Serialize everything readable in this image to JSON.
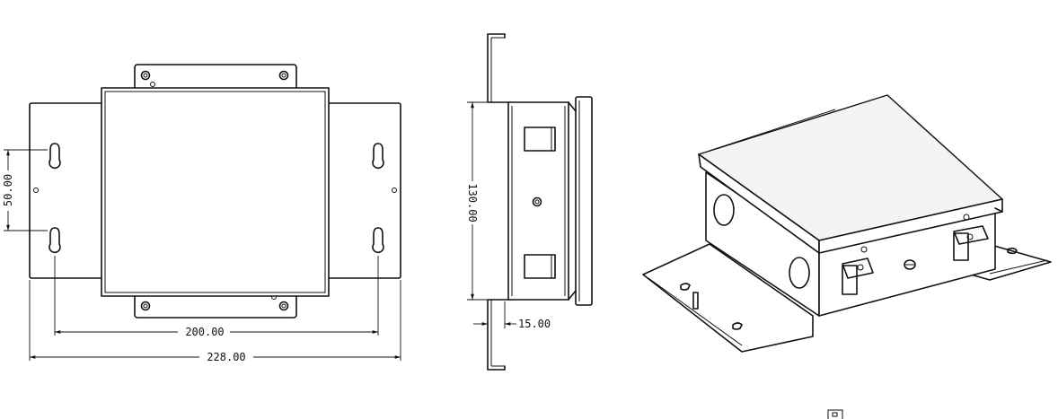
{
  "dimensions": {
    "hole_spacing_vertical": "50.00",
    "depth": "130.00",
    "flange": "15.00",
    "hole_spacing_horizontal": "200.00",
    "overall_width": "228.00"
  },
  "icons": {
    "corner_mark": "small-box-icon"
  }
}
